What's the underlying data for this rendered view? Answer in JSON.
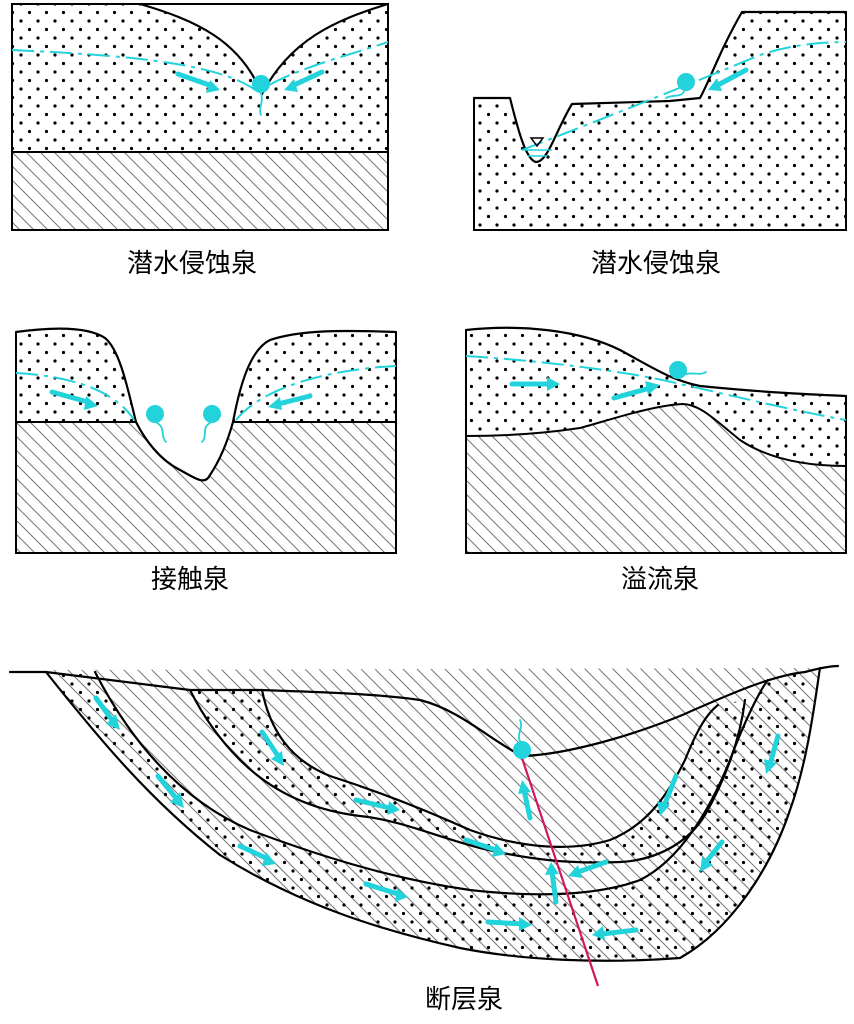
{
  "colors": {
    "water": "#22d3dc",
    "fault": "#d0175f",
    "rock": "#000000",
    "background": "#ffffff"
  },
  "panels": [
    {
      "id": "p1",
      "caption": "潜水侵蚀泉"
    },
    {
      "id": "p2",
      "caption": "潜水侵蚀泉"
    },
    {
      "id": "p3",
      "caption": "接触泉"
    },
    {
      "id": "p4",
      "caption": "溢流泉"
    },
    {
      "id": "p5",
      "caption": "断层泉"
    }
  ],
  "legend_symbols": {
    "dots": "permeable-layer",
    "hatch": "impermeable-layer",
    "circle": "spring-icon",
    "arrow": "groundwater-flow-icon",
    "triangle": "water-level-icon"
  }
}
